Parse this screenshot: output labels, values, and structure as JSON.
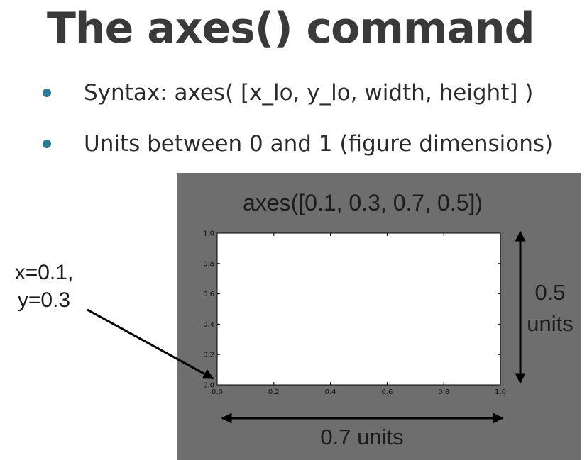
{
  "slide": {
    "title": "The axes() command",
    "bullets": [
      "Syntax: axes( [x_lo, y_lo, width, height] )",
      "Units between 0 and 1 (figure dimensions)"
    ]
  },
  "figure": {
    "caption": "axes([0.1, 0.3, 0.7, 0.5])",
    "origin_label_line1": "x=0.1,",
    "origin_label_line2": "y=0.3",
    "width_label": "0.7 units",
    "height_label_line1": "0.5",
    "height_label_line2": "units",
    "x_ticks": [
      "0.0",
      "0.2",
      "0.4",
      "0.6",
      "0.8",
      "1.0"
    ],
    "y_ticks": [
      "0.0",
      "0.2",
      "0.4",
      "0.6",
      "0.8",
      "1.0"
    ],
    "axes_spec": {
      "x_lo": 0.1,
      "y_lo": 0.3,
      "width": 0.7,
      "height": 0.5
    }
  },
  "colors": {
    "title": "#3a3a3a",
    "bullet_dot": "#2e7d96",
    "text": "#2b2b2b",
    "figure_background": "#6e6e6f",
    "axes_background": "#ffffff",
    "arrow": "#000000"
  }
}
